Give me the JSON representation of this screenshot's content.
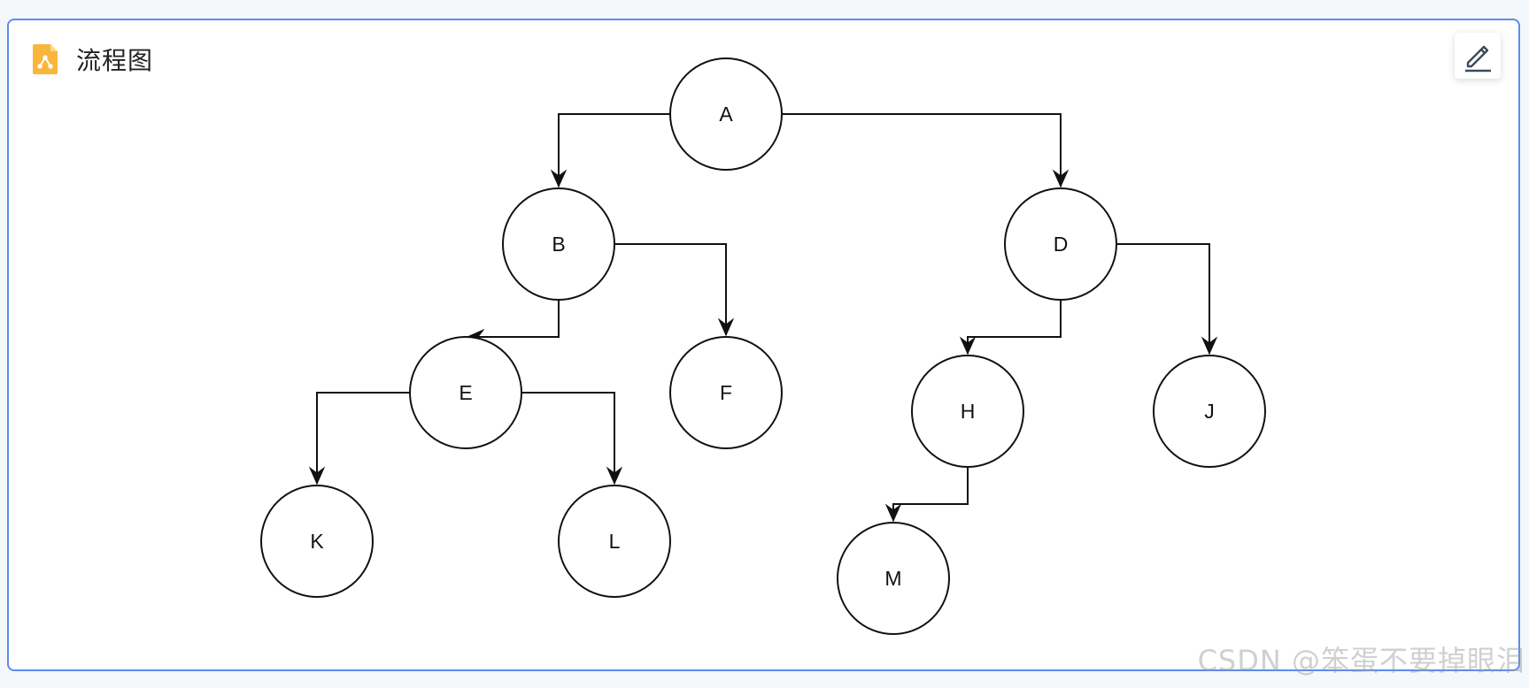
{
  "header": {
    "title": "流程图",
    "icon": "flowchart-doc-icon"
  },
  "toolbar": {
    "edit_icon": "pencil-icon"
  },
  "diagram": {
    "nodes": [
      {
        "id": "A",
        "label": "A"
      },
      {
        "id": "B",
        "label": "B"
      },
      {
        "id": "D",
        "label": "D"
      },
      {
        "id": "E",
        "label": "E"
      },
      {
        "id": "F",
        "label": "F"
      },
      {
        "id": "H",
        "label": "H"
      },
      {
        "id": "J",
        "label": "J"
      },
      {
        "id": "K",
        "label": "K"
      },
      {
        "id": "L",
        "label": "L"
      },
      {
        "id": "M",
        "label": "M"
      }
    ],
    "edges": [
      {
        "from": "A",
        "to": "B"
      },
      {
        "from": "A",
        "to": "D"
      },
      {
        "from": "B",
        "to": "E"
      },
      {
        "from": "B",
        "to": "F"
      },
      {
        "from": "D",
        "to": "H"
      },
      {
        "from": "D",
        "to": "J"
      },
      {
        "from": "E",
        "to": "K"
      },
      {
        "from": "E",
        "to": "L"
      },
      {
        "from": "H",
        "to": "M"
      }
    ]
  },
  "watermark": "CSDN @笨蛋不要掉眼泪",
  "colors": {
    "border": "#5b8cef",
    "icon_accent": "#f5a623"
  }
}
